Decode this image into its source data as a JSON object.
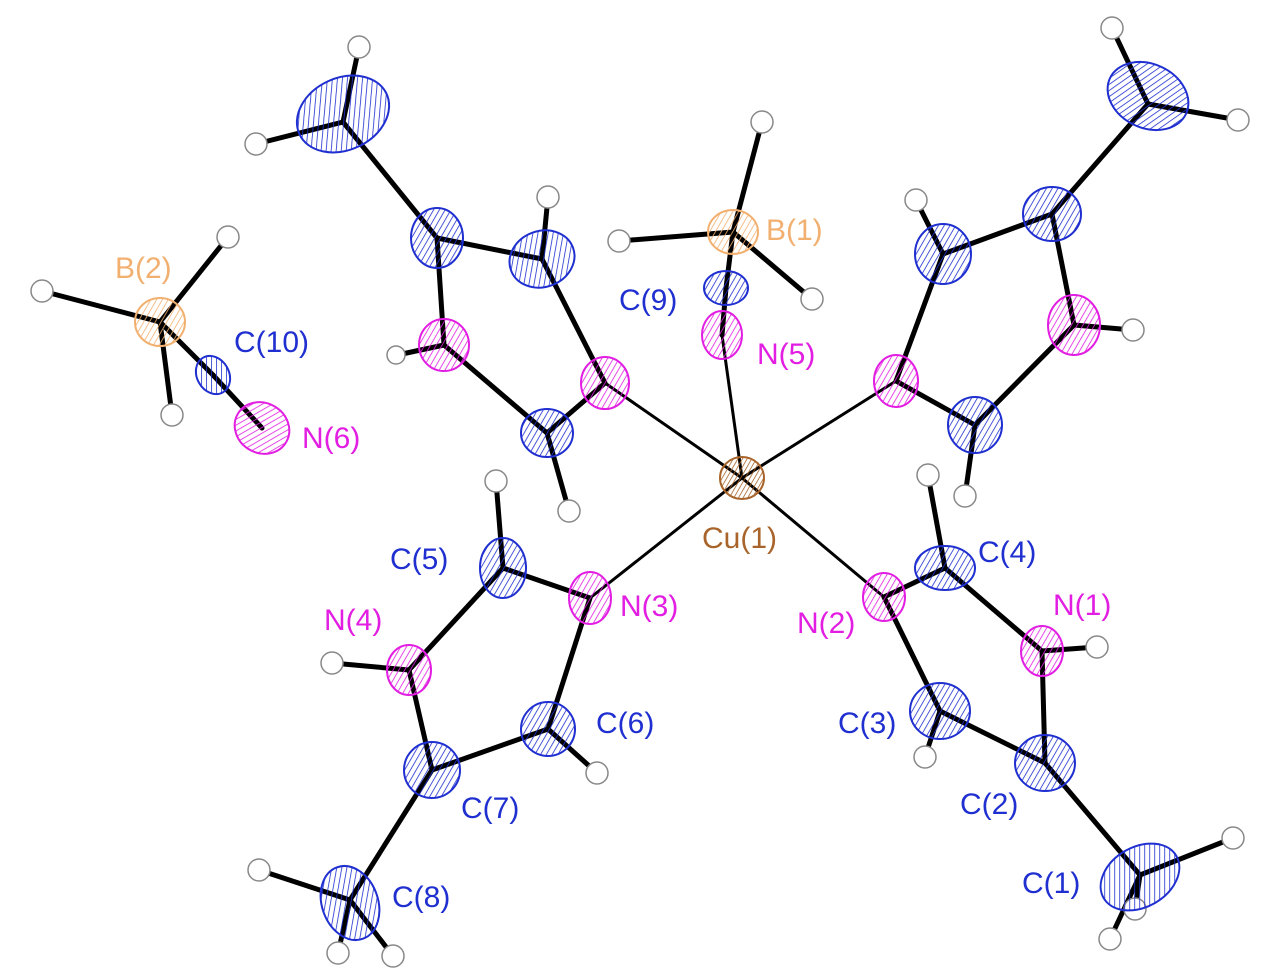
{
  "colors": {
    "carbon": "#1f2fd0",
    "nitrogen": "#e21ee2",
    "boron": "#f2b070",
    "copper": "#a8642a",
    "hydrogen": "#808080",
    "bond": "#000000"
  },
  "labels": {
    "cu1": "Cu(1)",
    "b1": "B(1)",
    "c9": "C(9)",
    "n5": "N(5)",
    "b2": "B(2)",
    "c10": "C(10)",
    "n6": "N(6)",
    "c5": "C(5)",
    "n3": "N(3)",
    "n4": "N(4)",
    "c6": "C(6)",
    "c7": "C(7)",
    "c8": "C(8)",
    "c4": "C(4)",
    "n1": "N(1)",
    "n2": "N(2)",
    "c3": "C(3)",
    "c2": "C(2)",
    "c1": "C(1)"
  }
}
